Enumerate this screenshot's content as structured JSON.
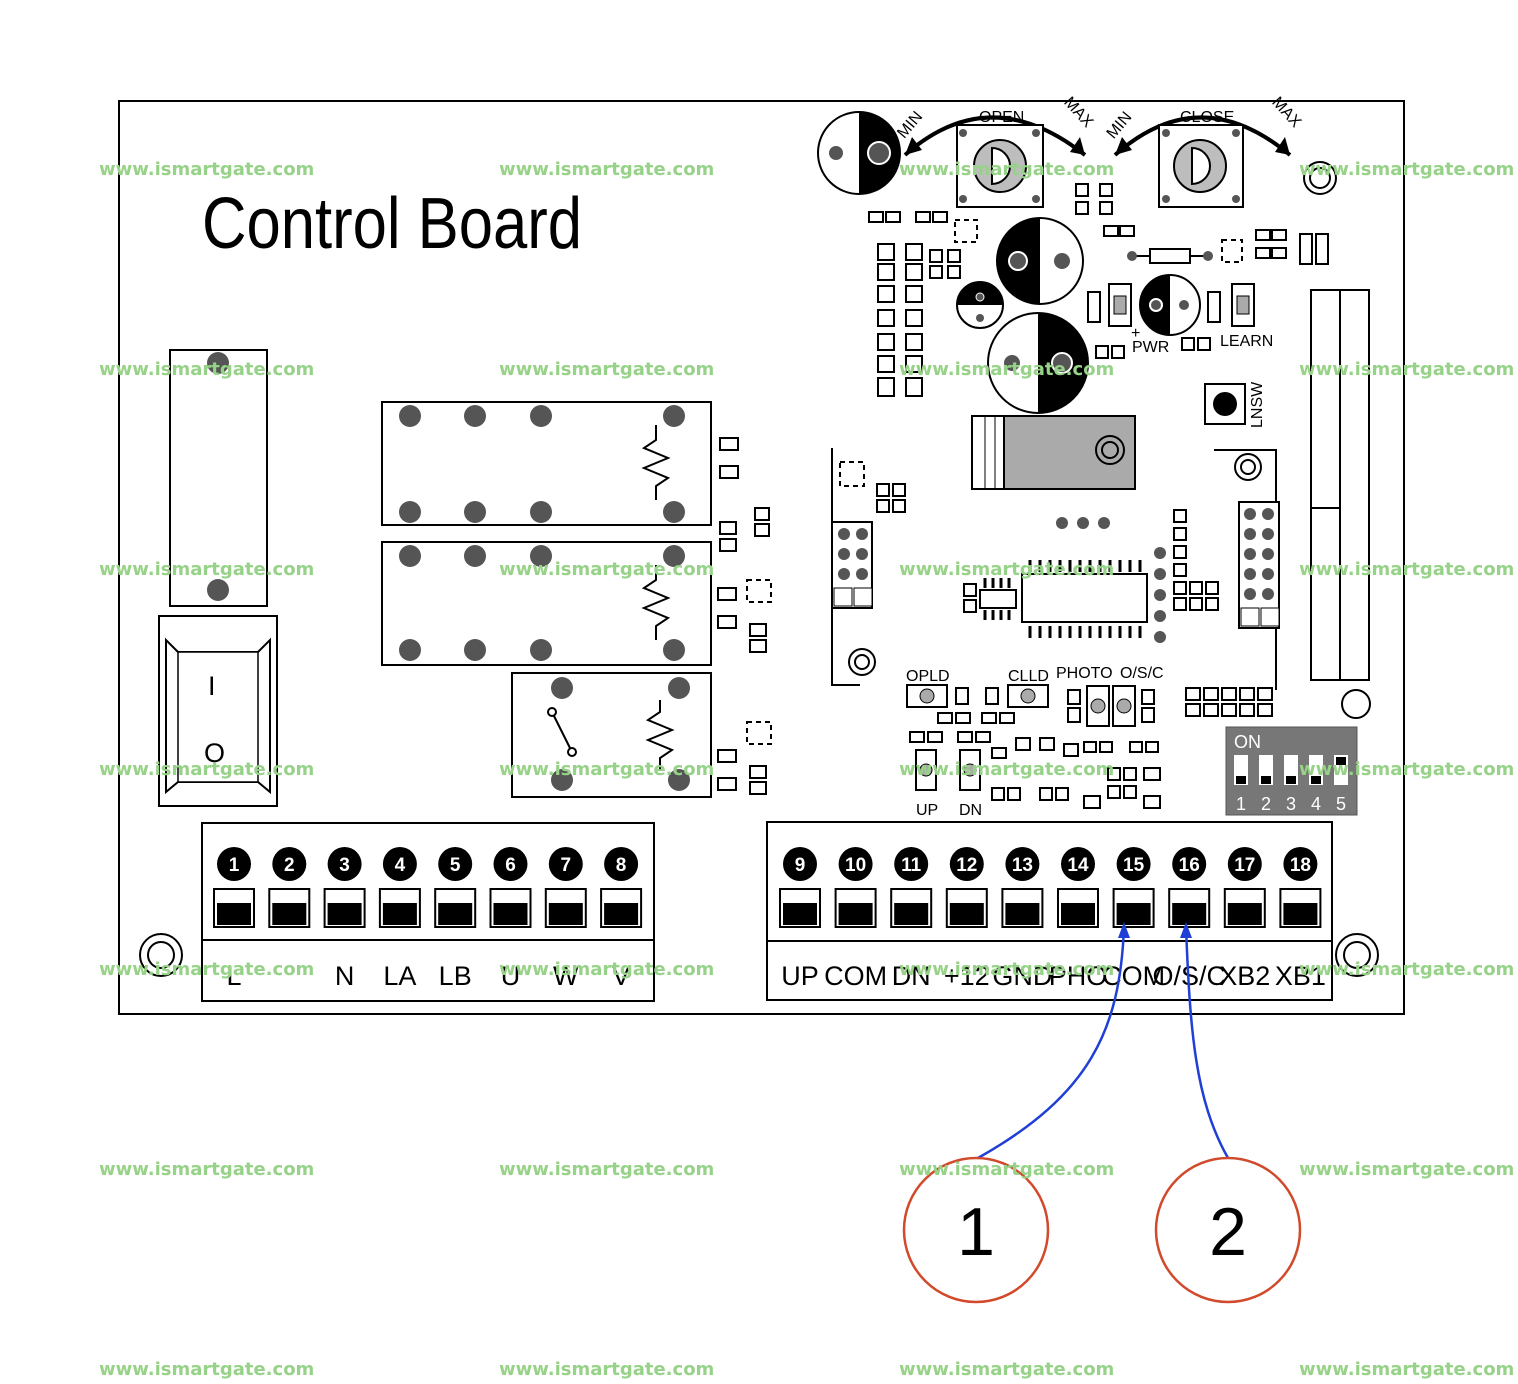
{
  "board": {
    "title": "Control Board",
    "left_terminals": [
      {
        "num": "1",
        "label": "L"
      },
      {
        "num": "2",
        "label": ""
      },
      {
        "num": "3",
        "label": "N"
      },
      {
        "num": "4",
        "label": "LA"
      },
      {
        "num": "5",
        "label": "LB"
      },
      {
        "num": "6",
        "label": "U"
      },
      {
        "num": "7",
        "label": "W"
      },
      {
        "num": "8",
        "label": "V"
      }
    ],
    "right_terminals": [
      {
        "num": "9",
        "label": "UP"
      },
      {
        "num": "10",
        "label": "COM"
      },
      {
        "num": "11",
        "label": "DN"
      },
      {
        "num": "12",
        "label": "+12"
      },
      {
        "num": "13",
        "label": "GND"
      },
      {
        "num": "14",
        "label": "PHO"
      },
      {
        "num": "15",
        "label": "COM"
      },
      {
        "num": "16",
        "label": "O/S/C"
      },
      {
        "num": "17",
        "label": "XB2"
      },
      {
        "num": "18",
        "label": "XB1"
      }
    ],
    "switch_on": "I",
    "switch_off": "O",
    "pots": {
      "open_label": "OPEN",
      "close_label": "CLOSE",
      "min": "MIN",
      "max": "MAX"
    },
    "components": {
      "pwr": "PWR",
      "plus": "+",
      "learn": "LEARN",
      "lnsw": "LNSW",
      "opld": "OPLD",
      "clld": "CLLD",
      "photo": "PHOTO",
      "osc": "O/S/C",
      "up": "UP",
      "dn": "DN"
    },
    "dip": {
      "on_label": "ON",
      "switches": [
        "1",
        "2",
        "3",
        "4",
        "5"
      ]
    }
  },
  "callouts": [
    {
      "label": "1",
      "terminal": "15"
    },
    {
      "label": "2",
      "terminal": "16"
    }
  ],
  "watermark": "www.ismartgate.com",
  "colors": {
    "wire": "#1f3fd6",
    "callout_ring": "#d04a2b",
    "watermark": "#96d287"
  }
}
